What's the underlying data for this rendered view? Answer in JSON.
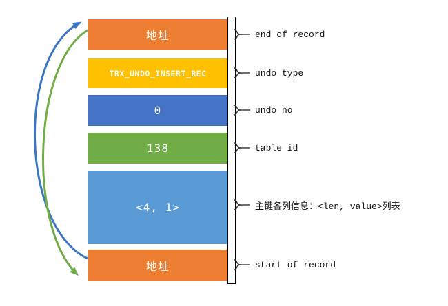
{
  "boxes": [
    {
      "value": "地址",
      "label": "end of record"
    },
    {
      "value": "TRX_UNDO_INSERT_REC",
      "label": "undo type"
    },
    {
      "value": "0",
      "label": "undo no"
    },
    {
      "value": "138",
      "label": "table id"
    },
    {
      "value": "<4, 1>",
      "label": "主键各列信息：<len, value>列表"
    },
    {
      "value": "地址",
      "label": "start of record"
    }
  ],
  "colors": {
    "orange": "#ED7D31",
    "yellow": "#FFC000",
    "blue": "#4472C4",
    "green": "#70AD47",
    "light_blue": "#5B9BD5",
    "arrow_blue": "#3B76C4",
    "arrow_green": "#70AD47"
  }
}
